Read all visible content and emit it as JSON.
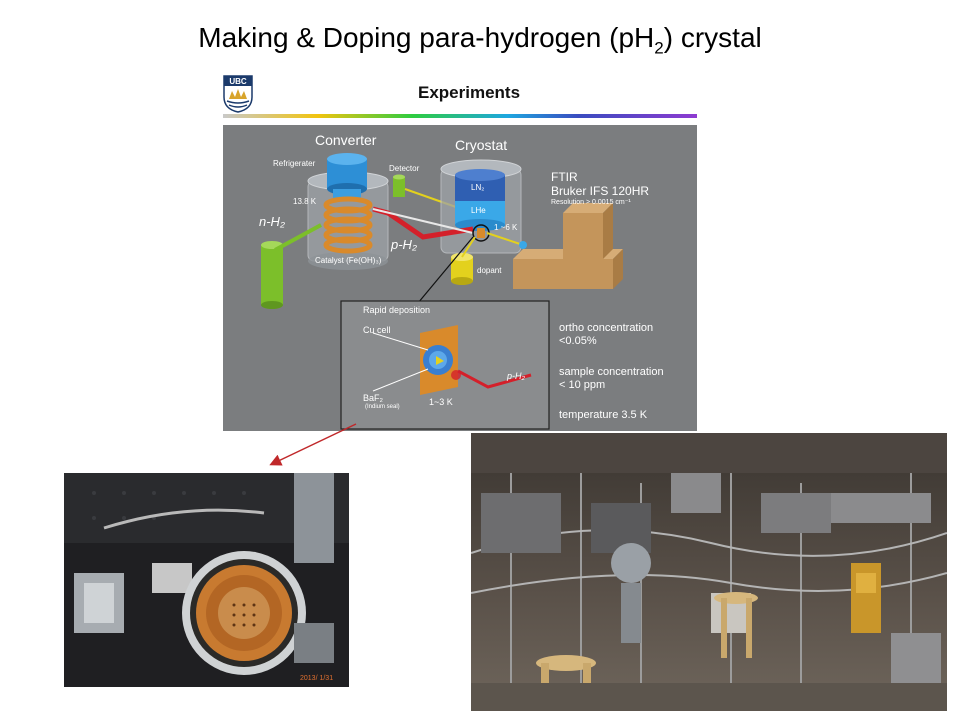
{
  "title": {
    "before_sub": "Making & Doping para-hydrogen (pH",
    "sub": "2",
    "after_sub": ") crystal"
  },
  "figure": {
    "logo_text": "UBC",
    "header_title": "Experiments",
    "converter_label": "Converter",
    "cryostat_label": "Cryostat",
    "refrigerater_label": "Refrigerater",
    "detector_label": "Detector",
    "temp_13k": "13.8 K",
    "nh2_label": "n-H₂",
    "ph2_label": "p-H₂",
    "catalyst_label": "Catalyst (Fe(OH)₃)",
    "ln2_label": "LN₂",
    "lhe_label": "LHe",
    "temp_1_6k": "1 ~6 K",
    "dopant_label": "dopant",
    "ftir_line1": "FTIR",
    "ftir_line2": "Bruker IFS 120HR",
    "ftir_resolution": "Resolution > 0.0015 cm⁻¹",
    "rapid_deposition_label": "Rapid deposition",
    "cu_cell_label": "Cu cell",
    "baf2_label": "BaF₂",
    "indium_seal_label": "(Indium seal)",
    "temp_1_3k": "1~3 K",
    "inset_ph2_label": "p-H₂",
    "ortho_line1": "ortho concentration",
    "ortho_line2": "<0.05%",
    "sample_line1": "sample concentration",
    "sample_line2": "< 10 ppm",
    "temperature_line": "temperature 3.5 K"
  },
  "photos": {
    "left_timestamp": "2013/ 1/31"
  },
  "colors": {
    "schematic_bg": "#7b7d7f",
    "coil_orange": "#d98a2b",
    "tank_green": "#7cbf2a",
    "tank_yellow": "#e3d11d",
    "red_line": "#d4202a",
    "bench_tan": "#c4955b",
    "pointer_red": "#c0282a"
  }
}
